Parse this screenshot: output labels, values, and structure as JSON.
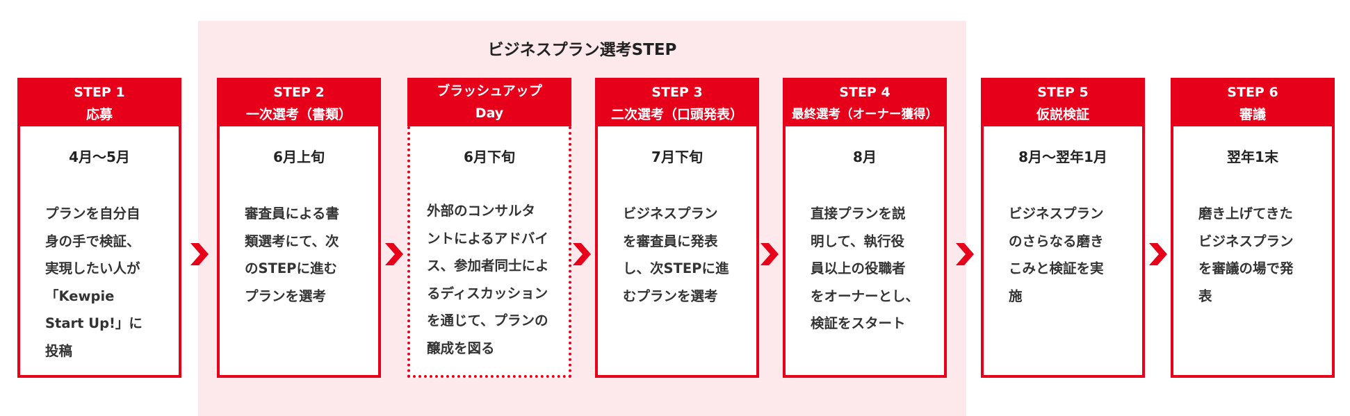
{
  "band": {
    "title": "ビジネスプラン選考STEP"
  },
  "steps": [
    {
      "header": [
        "STEP 1",
        "応募"
      ],
      "date": "4月〜5月",
      "desc": [
        "プランを自分自",
        "身の手で検証、",
        "実現したい人が",
        "「Kewpie",
        "Start Up!」に",
        "投稿"
      ]
    },
    {
      "header": [
        "STEP 2",
        "一次選考（書類）"
      ],
      "date": "6月上旬",
      "desc": [
        "審査員による書",
        "類選考にて、次",
        "のSTEPに進む",
        "プランを選考"
      ]
    },
    {
      "header": [
        "ブラッシュアップ",
        "Day"
      ],
      "date": "6月下旬",
      "desc": [
        "外部のコンサルタ",
        "ントによるアドバイ",
        "ス、参加者同士によ",
        "るディスカッション",
        "を通じて、プランの",
        "醸成を図る"
      ]
    },
    {
      "header": [
        "STEP 3",
        "二次選考（口頭発表）"
      ],
      "date": "7月下旬",
      "desc": [
        "ビジネスプラン",
        "を審査員に発表",
        "し、次STEPに進",
        "むプランを選考"
      ]
    },
    {
      "header": [
        "STEP 4",
        "最終選考（オーナー獲得）"
      ],
      "date": "8月",
      "desc": [
        "直接プランを説",
        "明して、執行役",
        "員以上の役職者",
        "をオーナーとし、",
        "検証をスタート"
      ]
    },
    {
      "header": [
        "STEP 5",
        "仮説検証"
      ],
      "date": "8月〜翌年1月",
      "desc": [
        "ビジネスプラン",
        "のさらなる磨き",
        "こみと検証を実",
        "施"
      ]
    },
    {
      "header": [
        "STEP 6",
        "審議"
      ],
      "date": "翌年1末",
      "desc": [
        "磨き上げてきた",
        "ビジネスプラン",
        "を審議の場で発",
        "表"
      ]
    }
  ],
  "colors": {
    "accent": "#e60019",
    "band_background": "#fde8ec",
    "text": "#333333"
  },
  "icons": {
    "arrow": "chevron-right-icon"
  }
}
